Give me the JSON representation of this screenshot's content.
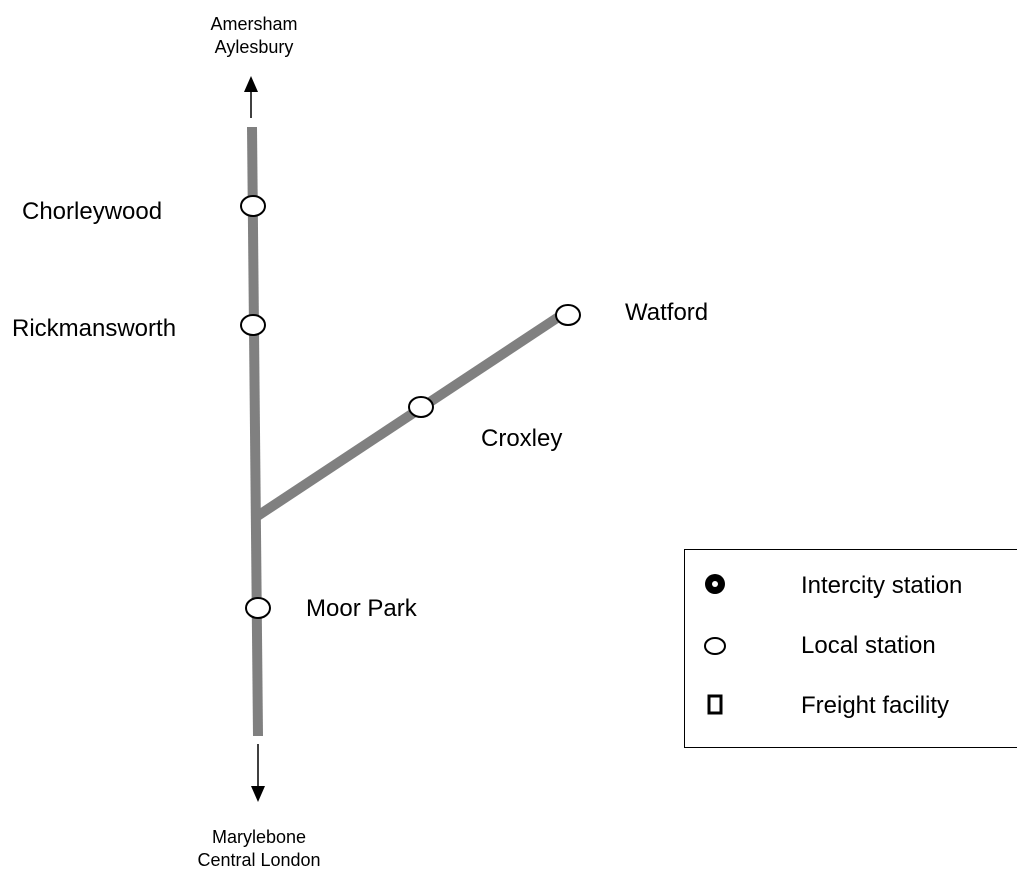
{
  "stations": {
    "chorleywood": "Chorleywood",
    "rickmansworth": "Rickmansworth",
    "watford": "Watford",
    "croxley": "Croxley",
    "moor_park": "Moor Park"
  },
  "directions": {
    "north": [
      "Amersham",
      "Aylesbury"
    ],
    "south": [
      "Marylebone",
      "Central London"
    ]
  },
  "legend": {
    "intercity": "Intercity station",
    "local": "Local station",
    "freight": "Freight facility"
  },
  "colors": {
    "track": "#808080",
    "station_fill": "#ffffff",
    "outline": "#000000"
  }
}
